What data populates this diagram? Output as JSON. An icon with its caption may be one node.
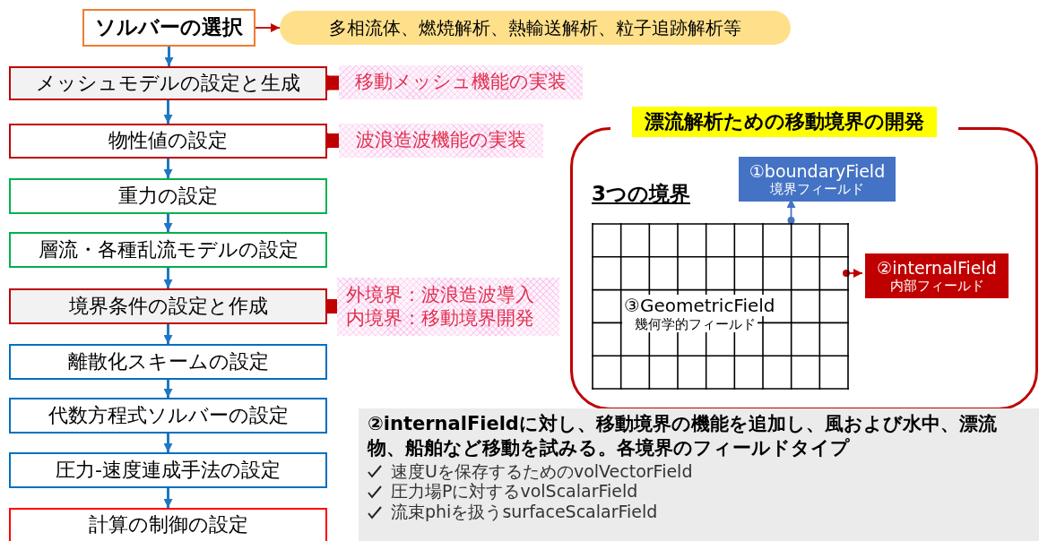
{
  "diagram": {
    "nodes": [
      {
        "text": [
          "ソルバーの選択"
        ]
      },
      {
        "text": [
          "多相流体、燃焼解析、熱輸送解析、粒子追跡解析等"
        ]
      },
      {
        "text": [
          "メッシュモデルの設定と生成"
        ]
      },
      {
        "text": [
          "移動メッシュ機能の実装"
        ]
      },
      {
        "text": [
          "物性値の設定"
        ]
      },
      {
        "text": [
          "波浪造波機能の実装"
        ]
      },
      {
        "text": [
          "重力の設定"
        ]
      },
      {
        "text": [
          "層流・各種乱流モデルの設定"
        ]
      },
      {
        "text": [
          "境界条件の設定と作成"
        ]
      },
      {
        "text": [
          "外境界：波浪造波導入",
          "内境界：移動境界開発"
        ]
      },
      {
        "text": [
          "離散化スキームの設定"
        ]
      },
      {
        "text": [
          "代数方程式ソルバーの設定"
        ]
      },
      {
        "text": [
          "圧力-速度連成手法の設定"
        ]
      },
      {
        "text": [
          "計算の制御の設定"
        ]
      },
      {
        "text": [
          "漂流解析ための移動境界の開発"
        ]
      },
      {
        "text": [
          "③GeometricField",
          "幾何学的フィールド"
        ],
        "in": 14
      },
      {
        "text": [
          "①boundaryField",
          "境界フィールド"
        ],
        "in": 14
      },
      {
        "text": [
          "②internalField",
          "内部フィールド"
        ],
        "in": 14
      },
      {
        "text": [
          "②internalFieldに対し、移動境界の機能を追加し、風および水中、漂流物、船舶など移動を試みる。各境界のフィールドタイプ",
          "速度Uを保存するためのvolVectorField",
          "圧力場Pに対するvolScalarField",
          "流束phiを扱うsurfaceScalarField"
        ]
      }
    ],
    "edges": [
      {
        "from": 0,
        "to": 1,
        "arrow": "to",
        "color": "#c00000"
      },
      {
        "from": 0,
        "to": 2,
        "arrow": "to"
      },
      {
        "from": 2,
        "to": 3,
        "arrow": "to",
        "style": "thick",
        "color": "#c00000"
      },
      {
        "from": 2,
        "to": 4,
        "arrow": "to"
      },
      {
        "from": 4,
        "to": 5,
        "arrow": "to",
        "style": "thick",
        "color": "#c00000"
      },
      {
        "from": 4,
        "to": 6,
        "arrow": "to"
      },
      {
        "from": 6,
        "to": 7,
        "arrow": "to"
      },
      {
        "from": 7,
        "to": 8,
        "arrow": "to"
      },
      {
        "from": 8,
        "to": 9,
        "arrow": "to",
        "style": "thick",
        "color": "#c00000"
      },
      {
        "from": 8,
        "to": 10,
        "arrow": "to"
      },
      {
        "from": 10,
        "to": 11,
        "arrow": "to"
      },
      {
        "from": 11,
        "to": 12,
        "arrow": "to"
      },
      {
        "from": 12,
        "to": 13,
        "arrow": "to"
      },
      {
        "from": 15,
        "to": 16,
        "arrow": "to",
        "color": "#4472c4"
      },
      {
        "from": 15,
        "to": 17,
        "arrow": "to",
        "color": "#c00000"
      }
    ],
    "labels": [
      "3つの境界"
    ]
  }
}
